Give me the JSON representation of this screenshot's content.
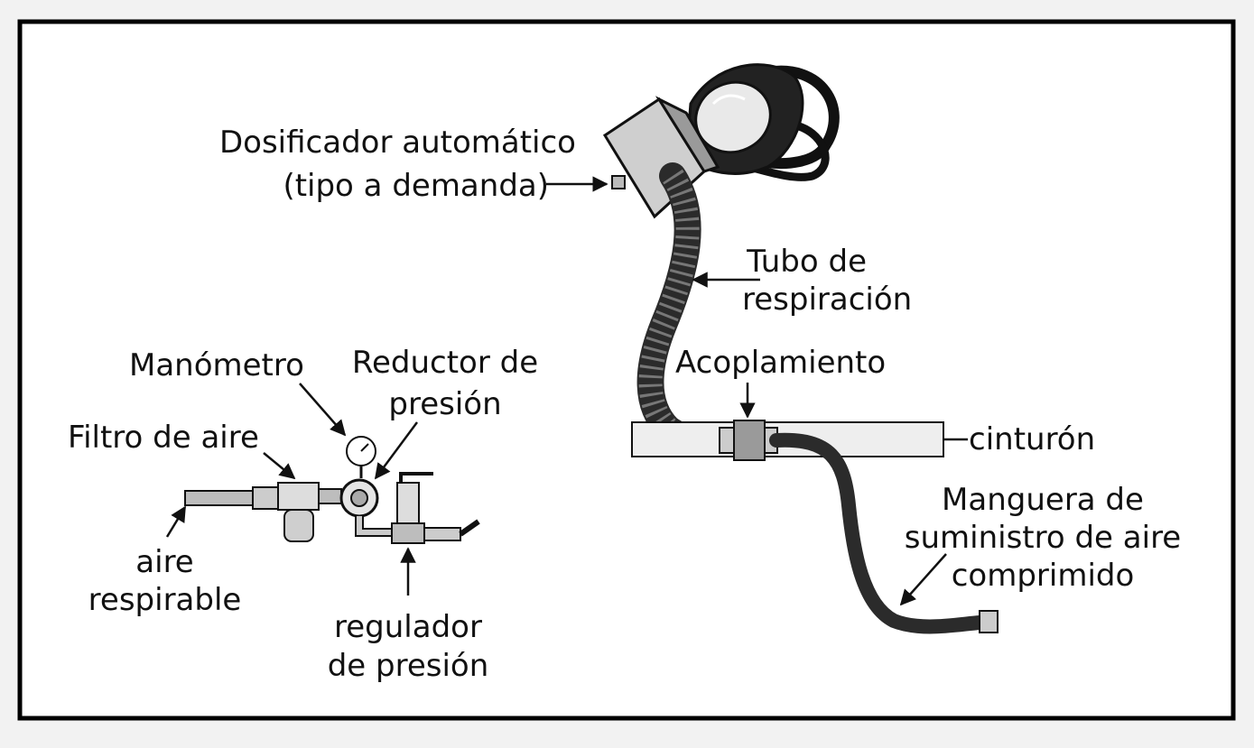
{
  "labels": {
    "dosificador_line1": "Dosificador automático",
    "dosificador_line2": "(tipo a demanda)",
    "tubo_line1": "Tubo de",
    "tubo_line2": "respiración",
    "acoplamiento": "Acoplamiento",
    "cinturon": "cinturón",
    "manguera_line1": "Manguera de",
    "manguera_line2": "suministro de aire",
    "manguera_line3": "comprimido",
    "manometro": "Manómetro",
    "reductor_line1": "Reductor de",
    "reductor_line2": "presión",
    "filtro": "Filtro de aire",
    "aire_line1": "aire",
    "aire_line2": "respirable",
    "regulador_line1": "regulador",
    "regulador_line2": "de presión"
  },
  "colors": {
    "ink": "#111111",
    "frame": "#000000",
    "panel": "#ffffff",
    "metal": "#bdbdbd",
    "hose": "#2b2b2b",
    "belt": "#eeeeee"
  }
}
